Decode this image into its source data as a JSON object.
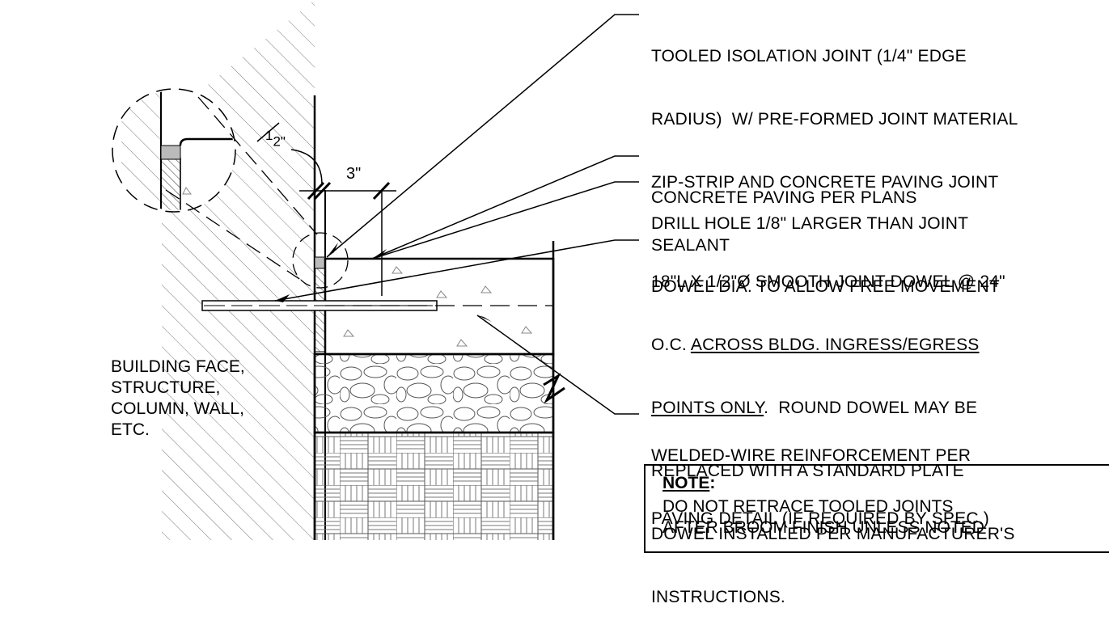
{
  "callouts": {
    "c1_l1": "TOOLED ISOLATION JOINT (1/4\" EDGE",
    "c1_l2": "RADIUS)  W/ PRE-FORMED JOINT MATERIAL",
    "c1_l3": "ZIP-STRIP AND CONCRETE PAVING JOINT",
    "c1_l4": "SEALANT",
    "c2_l1": "CONCRETE PAVING PER PLANS",
    "c3_l1": "DRILL HOLE 1/8\" LARGER THAN JOINT",
    "c3_l2": "DOWEL DIA. TO ALLOW FREE MOVEMENT",
    "c4_l1": "18\"L X 1/2\"Ø SMOOTH JOINT DOWEL @ 24\"",
    "c4_l2a": "O.C. ",
    "c4_l2b": "ACROSS BLDG. INGRESS/EGRESS",
    "c4_l3a": "POINTS ONLY",
    "c4_l3b": ".  ROUND DOWEL MAY BE",
    "c4_l4": "REPLACED WITH A STANDARD PLATE",
    "c4_l5": "DOWEL INSTALLED PER MANUFACTURER'S",
    "c4_l6": "INSTRUCTIONS.",
    "c5_l1": "WELDED-WIRE REINFORCEMENT PER",
    "c5_l2": "PAVING DETAIL (IF REQUIRED BY SPEC.)"
  },
  "building_label": {
    "l1": "BUILDING FACE,",
    "l2": "STRUCTURE,",
    "l3": "COLUMN, WALL,",
    "l4": "ETC."
  },
  "dimensions": {
    "half_num": "1",
    "half_den": "2\"",
    "three": "3\""
  },
  "note": {
    "title": "NOTE",
    "colon": ":",
    "l1": "DO NOT RETRACE TOOLED JOINTS",
    "l2": "AFTER BROOM FINISH UNLESS NOTED"
  }
}
